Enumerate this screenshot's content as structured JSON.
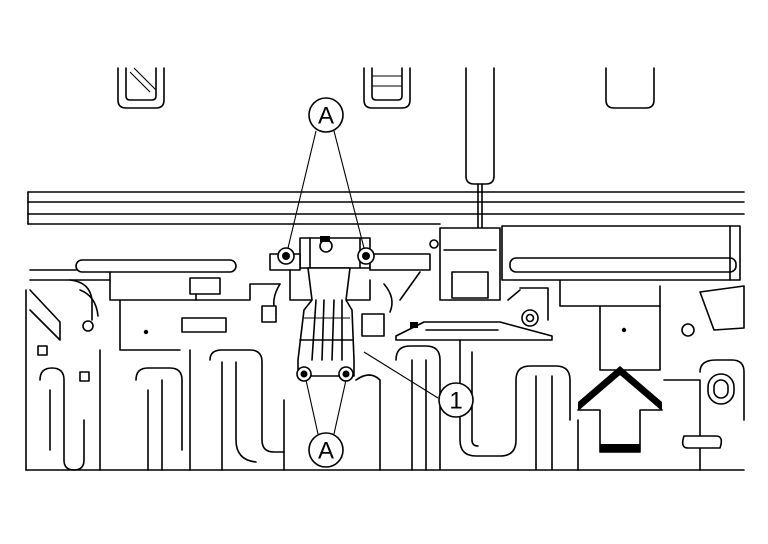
{
  "callouts": {
    "top_a": "A",
    "bottom_a": "A",
    "part_1": "1"
  }
}
